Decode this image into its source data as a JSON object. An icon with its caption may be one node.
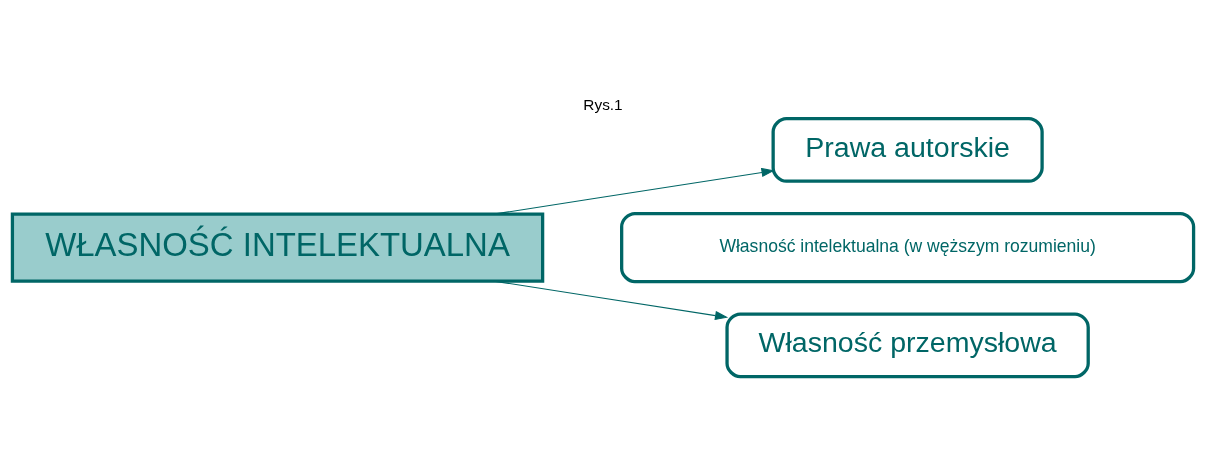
{
  "diagram": {
    "title": "Rys.1",
    "nodes": [
      {
        "text": [
          "WŁASNOŚĆ INTELEKTUALNA"
        ]
      },
      {
        "text": [
          "Prawa autorskie"
        ]
      },
      {
        "text": [
          "Własność intelektualna (w węższym rozumieniu)"
        ]
      },
      {
        "text": [
          "Własność przemysłowa"
        ]
      }
    ],
    "edges": [
      {
        "from": 0,
        "to": 1,
        "arrow": "to"
      },
      {
        "from": 0,
        "to": 3,
        "arrow": "to"
      }
    ]
  }
}
